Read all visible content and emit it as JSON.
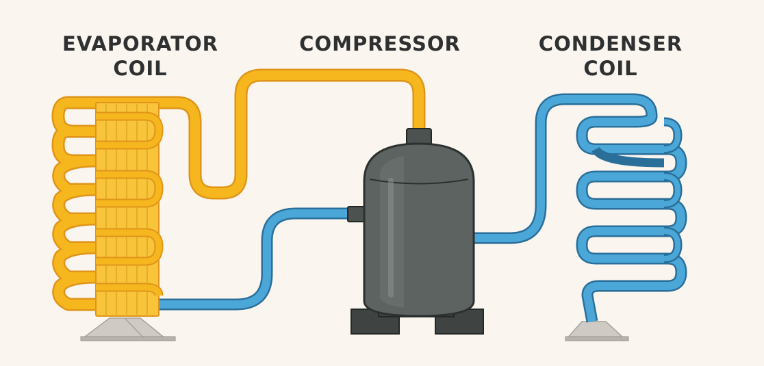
{
  "labels": {
    "evaporator": {
      "line1": "EVAPORATOR",
      "line2": "COIL"
    },
    "compressor": {
      "line1": "COMPRESSOR"
    },
    "condenser": {
      "line1": "CONDENSER",
      "line2": "COIL"
    }
  },
  "colors": {
    "background": "#faf5ef",
    "hot_line": "#f6b61e",
    "hot_line_edge": "#e0951a",
    "cold_line": "#4aa7d8",
    "cold_line_edge": "#2a6f9a",
    "compressor_body": "#5d6360",
    "compressor_edge": "#2c302e",
    "base": "#cfcac4"
  },
  "icons": {
    "evaporator": "evaporator-coil-icon",
    "compressor": "compressor-tank-icon",
    "condenser": "condenser-coil-icon"
  }
}
